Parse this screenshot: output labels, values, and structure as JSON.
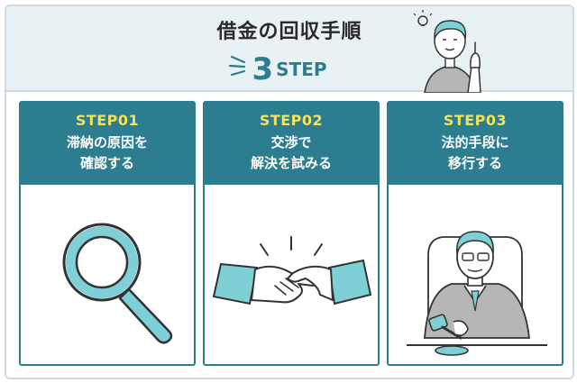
{
  "header": {
    "title": "借金の回収手順",
    "step_count": "3",
    "step_word": "STEP"
  },
  "steps": [
    {
      "label": "STEP01",
      "line1": "滞納の原因を",
      "line2": "確認する",
      "icon": "magnifier-icon"
    },
    {
      "label": "STEP02",
      "line1": "交渉で",
      "line2": "解決を試みる",
      "icon": "handshake-icon"
    },
    {
      "label": "STEP03",
      "line1": "法的手段に",
      "line2": "移行する",
      "icon": "judge-gavel-icon"
    }
  ],
  "colors": {
    "accent": "#2b7d8f",
    "step_label": "#f3e25a",
    "header_bg": "#e8f1f4",
    "icon_fill": "#7ed0d6"
  }
}
